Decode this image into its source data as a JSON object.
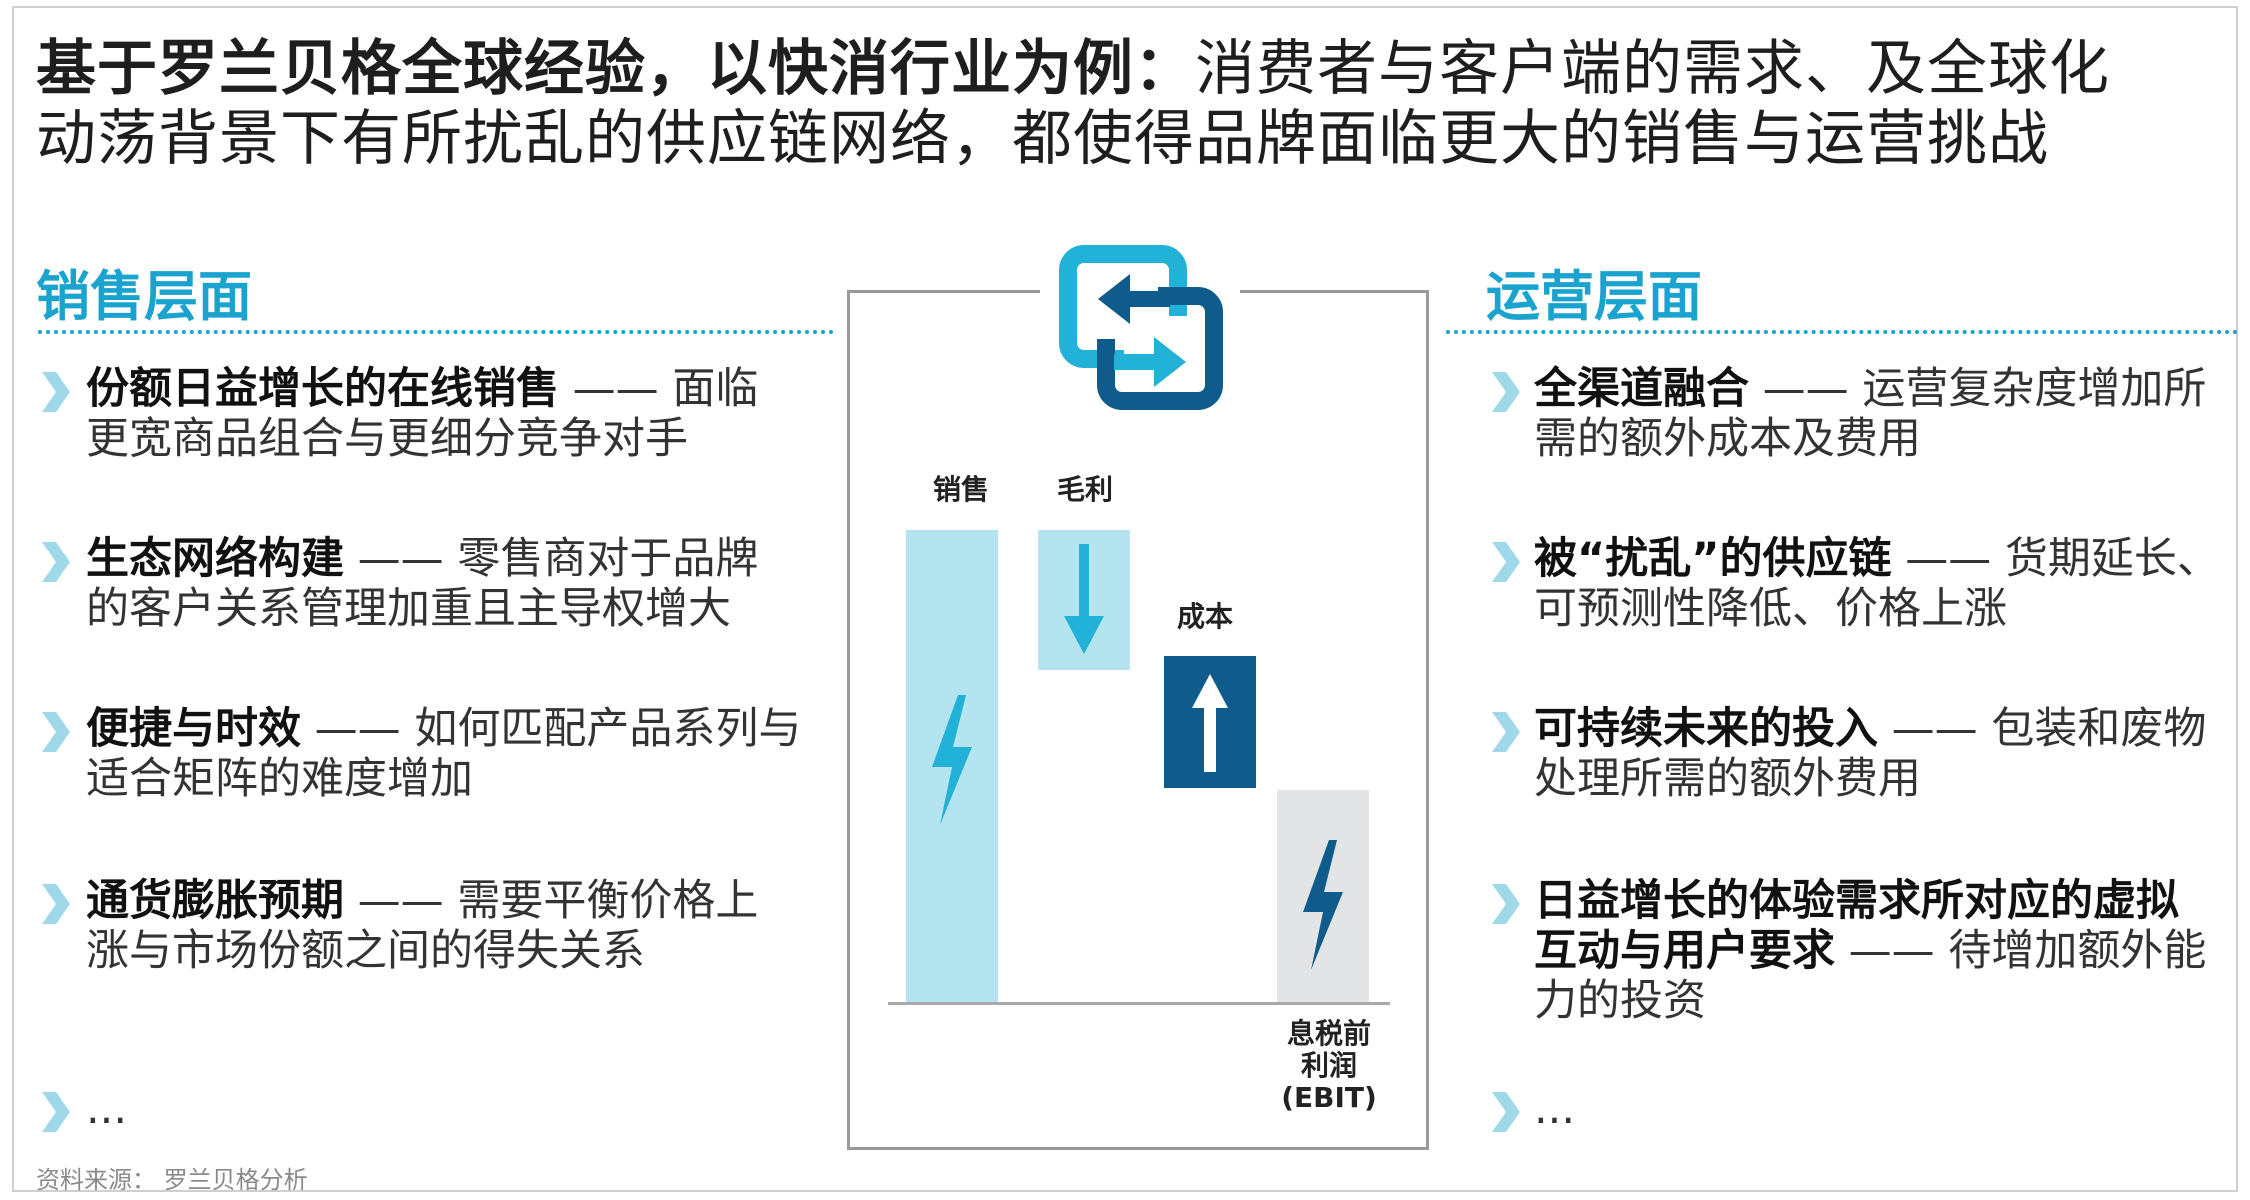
{
  "title": {
    "bold": "基于罗兰贝格全球经验，以快消行业为例：",
    "line1_rest": "消费者与客户端的需求、及全球化",
    "line2": "动荡背景下有所扰乱的供应链网络，都使得品牌面临更大的销售与运营挑战"
  },
  "left": {
    "heading": "销售层面",
    "items": [
      {
        "bold": "份额日益增长的在线销售",
        "rest1": " —— 面临",
        "line2": "更宽商品组合与更细分竞争对手"
      },
      {
        "bold": "生态网络构建",
        "rest1": " —— 零售商对于品牌",
        "line2": "的客户关系管理加重且主导权增大"
      },
      {
        "bold": "便捷与时效",
        "rest1": " —— 如何匹配产品系列与",
        "line2": "适合矩阵的难度增加"
      },
      {
        "bold": "通货膨胀预期",
        "rest1": " —— 需要平衡价格上",
        "line2": "涨与市场份额之间的得失关系"
      }
    ],
    "ellipsis": "..."
  },
  "right": {
    "heading": "运营层面",
    "items": [
      {
        "bold": "全渠道融合",
        "rest1": " —— 运营复杂度增加所",
        "line2": "需的额外成本及费用"
      },
      {
        "bold": "被“扰乱”的供应链",
        "rest1": " —— 货期延长、",
        "line2": "可预测性降低、价格上涨"
      },
      {
        "bold": "可持续未来的投入",
        "rest1": " —— 包装和废物",
        "line2": "处理所需的额外费用"
      }
    ],
    "item4": {
      "bold1": "日益增长的体验需求所对应的虚拟",
      "bold2": "互动与用户要求",
      "rest2": " —— 待增加额外能",
      "line3": "力的投资"
    },
    "ellipsis": "..."
  },
  "chart_data": {
    "type": "waterfall",
    "labels": [
      "销售",
      "毛利",
      "成本",
      "息税前利润 (EBIT)"
    ],
    "label_lines": {
      "sales": "销售",
      "gross": "毛利",
      "cost": "成本",
      "ebit1": "息税前",
      "ebit2": "利润",
      "ebit3": "(EBIT)"
    },
    "colors": {
      "sales": "#b3e4ef",
      "gross": "#b3e4ef",
      "cost": "#0e5b8c",
      "ebit": "#e3e4e6",
      "accent": "#1aa3cf"
    },
    "icons": {
      "sales": "lightning-icon",
      "gross": "down-arrow-icon",
      "cost": "up-arrow-icon",
      "ebit": "lightning-icon",
      "logo": "exchange-arrows-icon"
    }
  },
  "source": "资料来源：  罗兰贝格分析"
}
